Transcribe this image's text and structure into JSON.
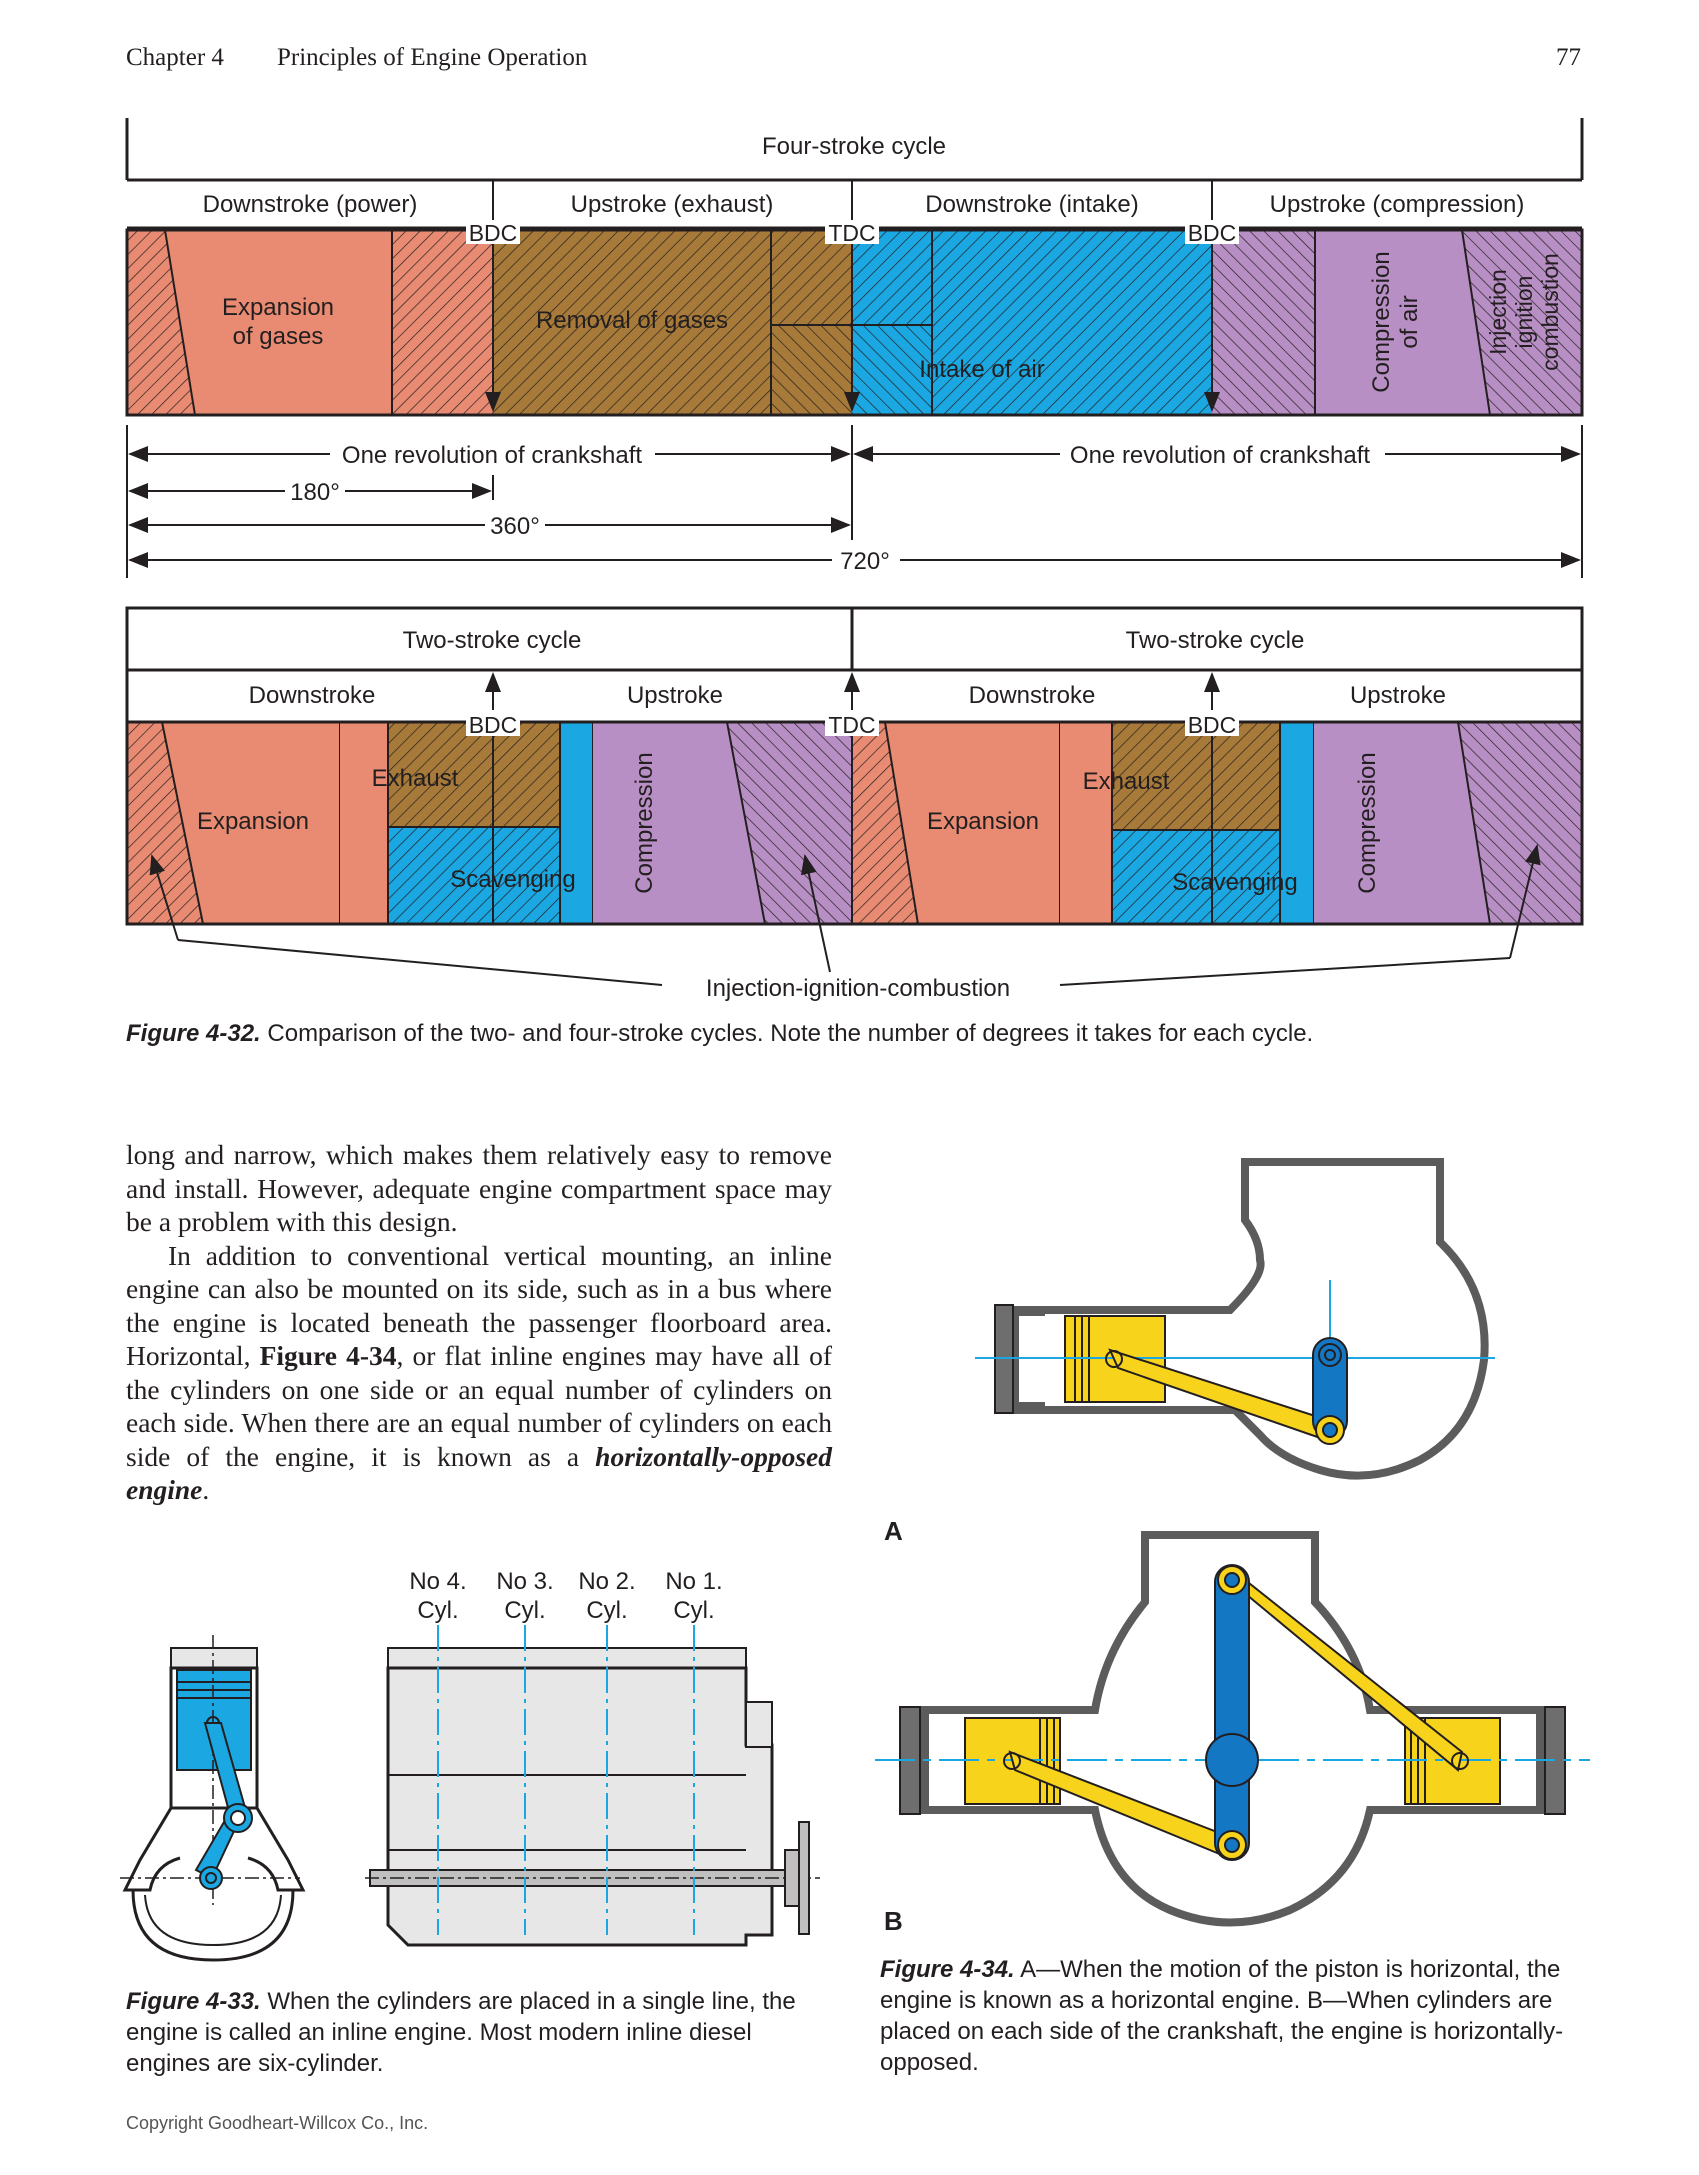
{
  "header": {
    "chapter": "Chapter 4",
    "title": "Principles of Engine Operation",
    "page_number": "77"
  },
  "fig32": {
    "four_stroke_title": "Four-stroke cycle",
    "phases": [
      "Downstroke (power)",
      "Upstroke (exhaust)",
      "Downstroke (intake)",
      "Upstroke (compression)"
    ],
    "markers": [
      "BDC",
      "TDC",
      "BDC"
    ],
    "regions": {
      "expansion_l1": "Expansion",
      "expansion_l2": "of gases",
      "removal": "Removal of gases",
      "intake": "Intake of air",
      "compression_l1": "Compression",
      "compression_l2": "of air",
      "injection_l1": "Injection",
      "injection_l2": "ignition",
      "injection_l3": "combustion"
    },
    "revolution": "One revolution of crankshaft",
    "deg180": "180°",
    "deg360": "360°",
    "deg720": "720°",
    "two_stroke_title": "Two-stroke cycle",
    "two_phases": [
      "Downstroke",
      "Upstroke"
    ],
    "two_regions": {
      "exhaust": "Exhaust",
      "expansion": "Expansion",
      "scavenging": "Scavenging",
      "compression": "Compression"
    },
    "injection_label": "Injection-ignition-combustion",
    "caption_label": "Figure 4-32.",
    "caption_text": " Comparison of the two- and four-stroke cycles. Note the number of degrees it takes for each cycle."
  },
  "body": {
    "p1": "long and narrow, which makes them relatively easy to remove and install. However, adequate engine compartment space may be a problem with this design.",
    "p2_a": "In addition to conventional vertical mounting, an inline engine can also be mounted on its side, such as in a bus where the engine is located beneath the passenger floorboard area. Horizontal, ",
    "p2_ref": "Figure 4-34",
    "p2_b": ", or flat inline engines may have all of the cylinders on one side or an equal number of cylinders on each side. When there are an equal number of cylinders on each side of the engine, it is known as a ",
    "p2_term": "horizontally-opposed engine",
    "p2_end": "."
  },
  "fig33": {
    "cyl_labels": [
      [
        "No 4.",
        "Cyl."
      ],
      [
        "No 3.",
        "Cyl."
      ],
      [
        "No 2.",
        "Cyl."
      ],
      [
        "No 1.",
        "Cyl."
      ]
    ],
    "caption_label": "Figure 4-33.",
    "caption_text": " When the cylinders are placed in a single line, the engine is called an inline engine. Most modern inline diesel engines are six-cylinder."
  },
  "fig34": {
    "label_a": "A",
    "label_b": "B",
    "caption_label": "Figure 4-34.",
    "caption_text": " A—When the motion of the piston is horizontal, the engine is known as a horizontal engine. B—When cylinders are placed on each side of the crankshaft, the engine is horizontally-opposed."
  },
  "footer": {
    "copyright": "Copyright Goodheart-Willcox Co., Inc."
  },
  "colors": {
    "salmon": "#e98b72",
    "brown": "#a87a3a",
    "blue": "#1ba8e2",
    "purple": "#b88fc4",
    "yellow": "#f7d31c",
    "gray": "#e6e7e6"
  }
}
